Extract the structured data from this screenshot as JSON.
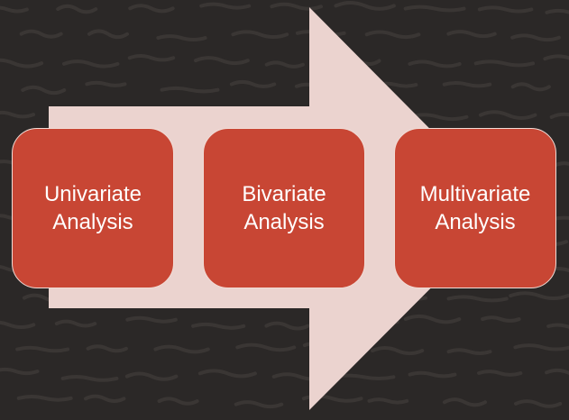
{
  "colors": {
    "background": "#2b2827",
    "texture": "#3a3634",
    "arrow": "#ebd3cf",
    "box_fill": "#c84634",
    "box_border": "#f1dcd6",
    "box_text": "#ffffff"
  },
  "steps": [
    {
      "label": "Univariate\nAnalysis"
    },
    {
      "label": "Bivariate\nAnalysis"
    },
    {
      "label": "Multivariate\nAnalysis"
    }
  ]
}
